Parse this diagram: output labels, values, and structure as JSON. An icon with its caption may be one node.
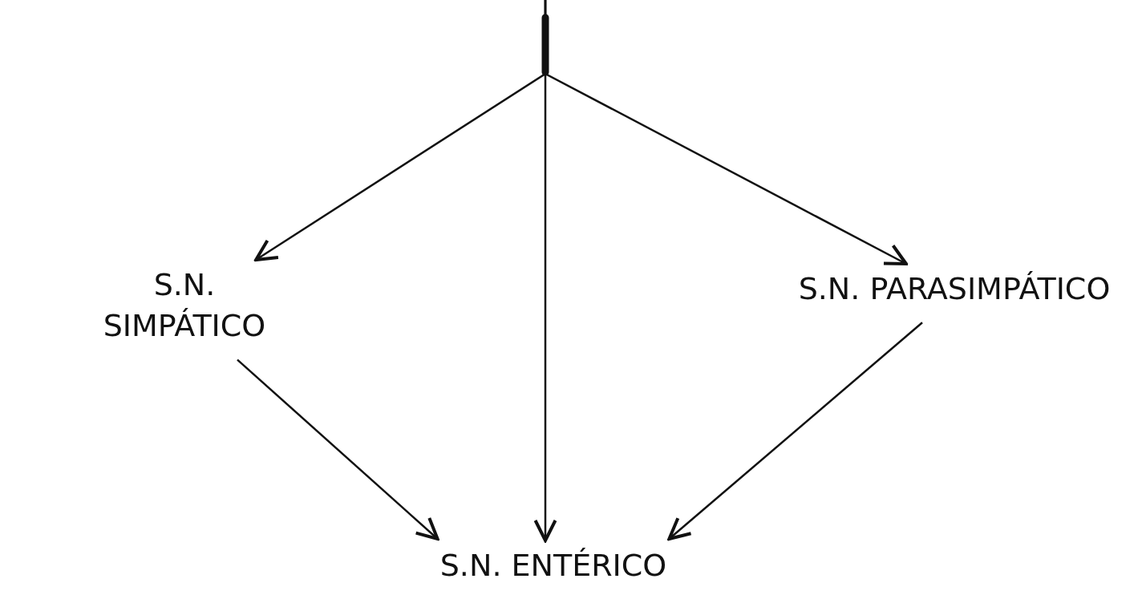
{
  "diagram": {
    "nodes": [
      {
        "text": [
          "S.N. SIMPÁTICO"
        ]
      },
      {
        "text": [
          "S.N. PARASIMPÁTICO"
        ]
      },
      {
        "text": [
          "S.N. ENTÉRICO"
        ]
      }
    ],
    "edges": [
      {
        "from": null,
        "to": 0,
        "arrow": "to"
      },
      {
        "from": null,
        "to": 2,
        "arrow": "to"
      },
      {
        "from": null,
        "to": 1,
        "arrow": "to"
      },
      {
        "from": 0,
        "to": 2,
        "arrow": "to"
      },
      {
        "from": 1,
        "to": 2,
        "arrow": "to"
      }
    ]
  }
}
